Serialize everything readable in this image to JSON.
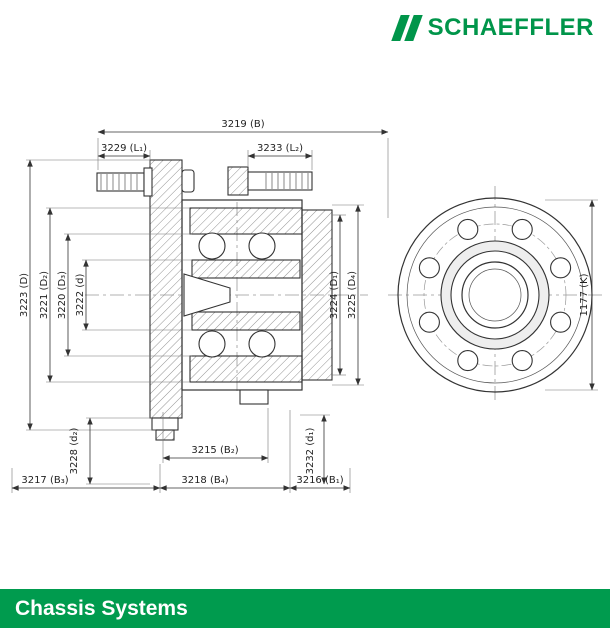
{
  "colors": {
    "brand_green": "#00954a",
    "footer_green": "#009b4e"
  },
  "header": {
    "brand": "SCHAEFFLER"
  },
  "footer": {
    "title": "Chassis Systems"
  },
  "drawing": {
    "labels": {
      "b": "3219 (B)",
      "l1": "3229 (L₁)",
      "l2": "3233 (L₂)",
      "d": "3223 (D)",
      "d2_upper": "3221 (D₂)",
      "d3": "3220 (D₃)",
      "d_small": "3222 (d)",
      "d1_upper": "3224 (D₁)",
      "d4": "3225 (D₄)",
      "k": "1177 (K)",
      "d2_lower": "3228 (d₂)",
      "b2": "3215 (B₂)",
      "d1_lower": "3232 (d₁)",
      "b3": "3217 (B₃)",
      "b4": "3218 (B₄)",
      "b1": "3216 (B₁)"
    }
  }
}
